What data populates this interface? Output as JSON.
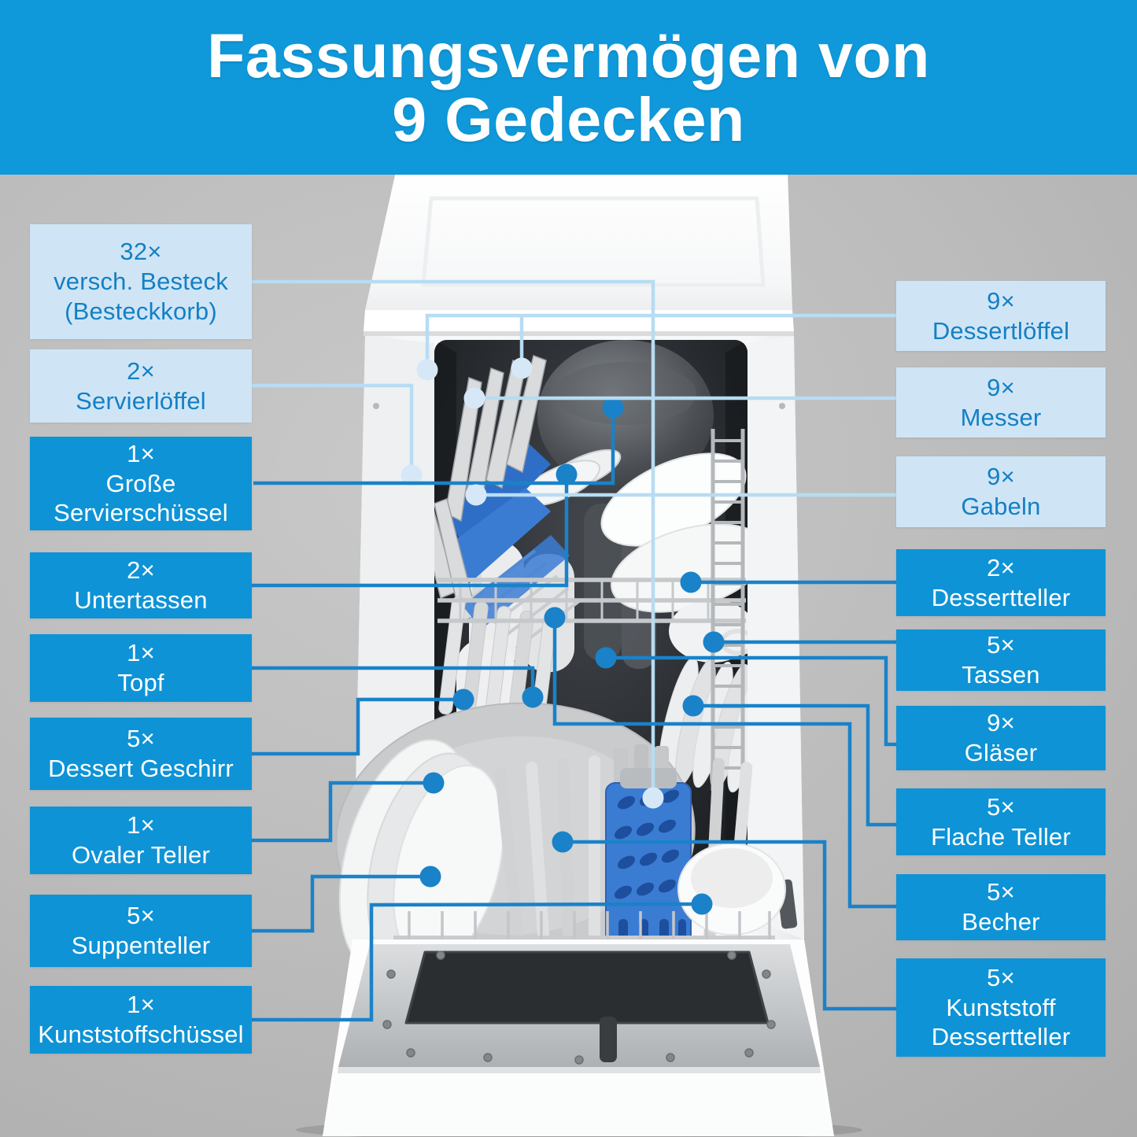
{
  "header": {
    "line1": "Fassungsvermögen von",
    "line2": "9 Gedecken"
  },
  "labels": {
    "left": [
      {
        "id": "besteck",
        "qty": "32×",
        "lines": [
          "versch. Besteck",
          "(Besteckkorb)"
        ],
        "style": "light"
      },
      {
        "id": "servierloeffel",
        "qty": "2×",
        "lines": [
          "Servierlöffel"
        ],
        "style": "light"
      },
      {
        "id": "grosse-servierschuessel",
        "qty": "1×",
        "lines": [
          "Große",
          "Servierschüssel"
        ],
        "style": "solid"
      },
      {
        "id": "untertassen",
        "qty": "2×",
        "lines": [
          "Untertassen"
        ],
        "style": "solid"
      },
      {
        "id": "topf",
        "qty": "1×",
        "lines": [
          "Topf"
        ],
        "style": "solid"
      },
      {
        "id": "dessert-geschirr",
        "qty": "5×",
        "lines": [
          "Dessert Geschirr"
        ],
        "style": "solid"
      },
      {
        "id": "ovaler-teller",
        "qty": "1×",
        "lines": [
          "Ovaler Teller"
        ],
        "style": "solid"
      },
      {
        "id": "suppenteller",
        "qty": "5×",
        "lines": [
          "Suppenteller"
        ],
        "style": "solid"
      },
      {
        "id": "kunststoffschuessel",
        "qty": "1×",
        "lines": [
          "Kunststoffschüssel"
        ],
        "style": "solid"
      }
    ],
    "right": [
      {
        "id": "dessertloeffel",
        "qty": "9×",
        "lines": [
          "Dessertlöffel"
        ],
        "style": "light"
      },
      {
        "id": "messer",
        "qty": "9×",
        "lines": [
          "Messer"
        ],
        "style": "light"
      },
      {
        "id": "gabeln",
        "qty": "9×",
        "lines": [
          "Gabeln"
        ],
        "style": "light"
      },
      {
        "id": "dessertteller",
        "qty": "2×",
        "lines": [
          "Dessertteller"
        ],
        "style": "solid"
      },
      {
        "id": "tassen",
        "qty": "5×",
        "lines": [
          "Tassen"
        ],
        "style": "solid"
      },
      {
        "id": "glaeser",
        "qty": "9×",
        "lines": [
          "Gläser"
        ],
        "style": "solid"
      },
      {
        "id": "flache-teller",
        "qty": "5×",
        "lines": [
          "Flache Teller"
        ],
        "style": "solid"
      },
      {
        "id": "becher",
        "qty": "5×",
        "lines": [
          "Becher"
        ],
        "style": "solid"
      },
      {
        "id": "kunststoff-dessertteller",
        "qty": "5×",
        "lines": [
          "Kunststoff",
          "Dessertteller"
        ],
        "style": "solid"
      }
    ]
  },
  "colors": {
    "header_bg": "#0f98da",
    "header_text": "#ffffff",
    "label_light_bg": "#cfe5f6",
    "label_light_text": "#1480c4",
    "label_solid_bg": "#0e93d6",
    "label_solid_text": "#ffffff",
    "connector_light": "#b7dcf3",
    "connector_dark": "#1a82c8",
    "dot_light": "#d6e8f7",
    "dot_dark": "#1a82c8",
    "basket_blue": "#3b7cd3"
  }
}
